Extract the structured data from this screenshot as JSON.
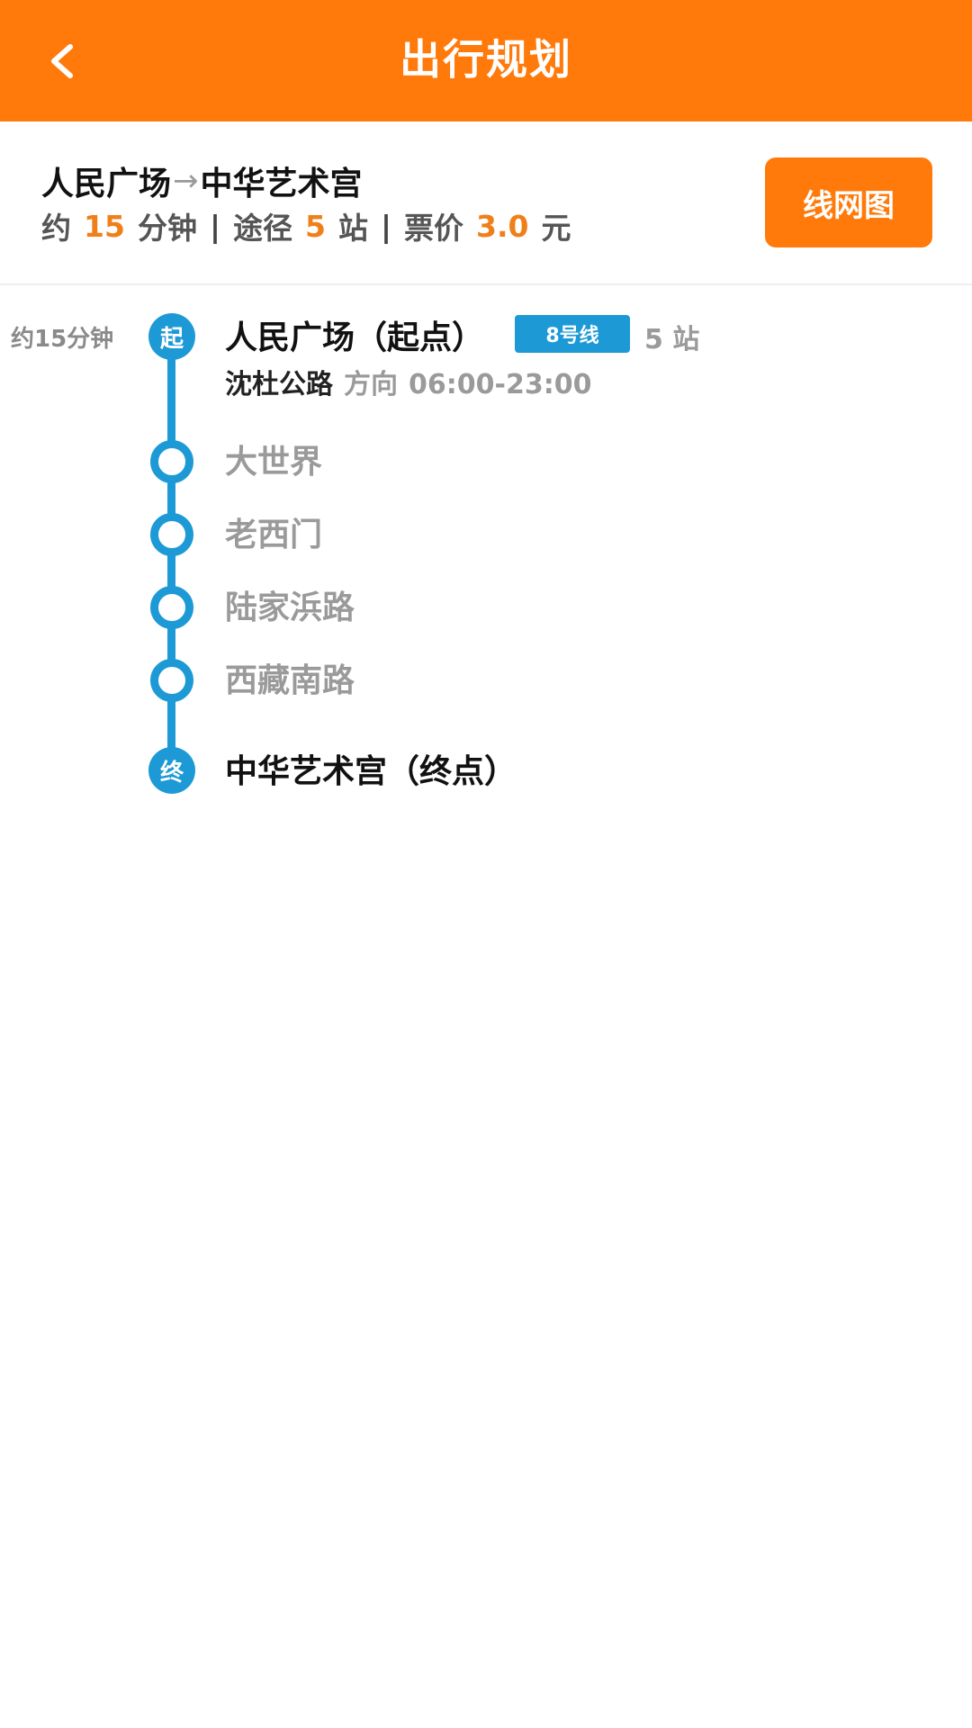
{
  "header": {
    "title": "出行规划",
    "back_icon": "chevron-left-icon"
  },
  "summary": {
    "from": "人民广场",
    "arrow": "→",
    "to": "中华艺术宫",
    "approx_label": "约",
    "duration_value": "15",
    "duration_unit": "分钟",
    "separator": "|",
    "via_label": "途径",
    "via_value": "5",
    "via_unit": "站",
    "fare_label": "票价",
    "fare_value": "3.0",
    "fare_unit": "元",
    "map_button_label": "线网图"
  },
  "timeline": {
    "duration_text": "约15分钟",
    "start_badge": "起",
    "end_badge": "终",
    "start_station": "人民广场（起点）",
    "line_label": "8号线",
    "stops_text": "5 站",
    "direction_name": "沈杜公路",
    "direction_label": "方向",
    "service_time": "06:00-23:00",
    "intermediate_stations": [
      "大世界",
      "老西门",
      "陆家浜路",
      "西藏南路"
    ],
    "end_station": "中华艺术宫（终点）"
  },
  "colors": {
    "header_bg": "#ff7a0a",
    "accent_orange": "#f07f1a",
    "line_blue": "#1d9ad6",
    "muted_gray": "#9a9a9a"
  }
}
